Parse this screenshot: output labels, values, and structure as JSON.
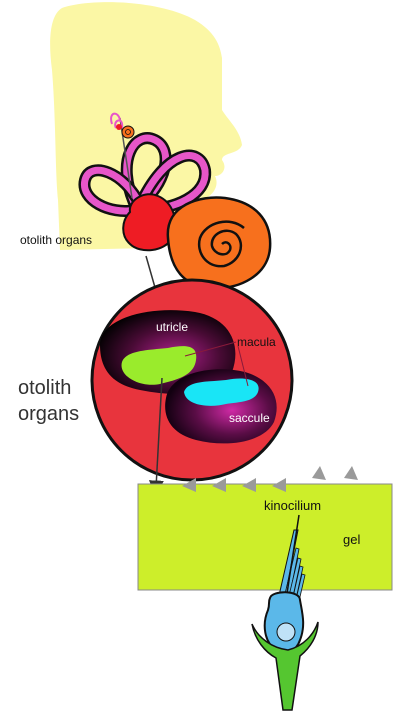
{
  "labels": {
    "otolith_organs_small": "otolith organs",
    "otolith_organs_line1": "otolith",
    "otolith_organs_line2": "organs",
    "utricle": "utricle",
    "macula": "macula",
    "saccule": "saccule",
    "kinocilium": "kinocilium",
    "gel": "gel"
  },
  "colors": {
    "head": "#fbf7a5",
    "semicircular_canals": "#e756c9",
    "otolith_organs": "#ee1c24",
    "cochlea": "#f7701d",
    "zoom_circle": "#e8343d",
    "macula_utricle": "#9aeb2c",
    "macula_saccule": "#19e5f6",
    "gel": "#cdee2a",
    "hair_cell": "#5bb8e9",
    "nerve": "#55c630",
    "otoconia": "#9a9a9a"
  },
  "icons": {
    "head": "head-silhouette-icon",
    "inner_ear": "inner-ear-icon",
    "hair_cell": "hair-cell-icon"
  }
}
